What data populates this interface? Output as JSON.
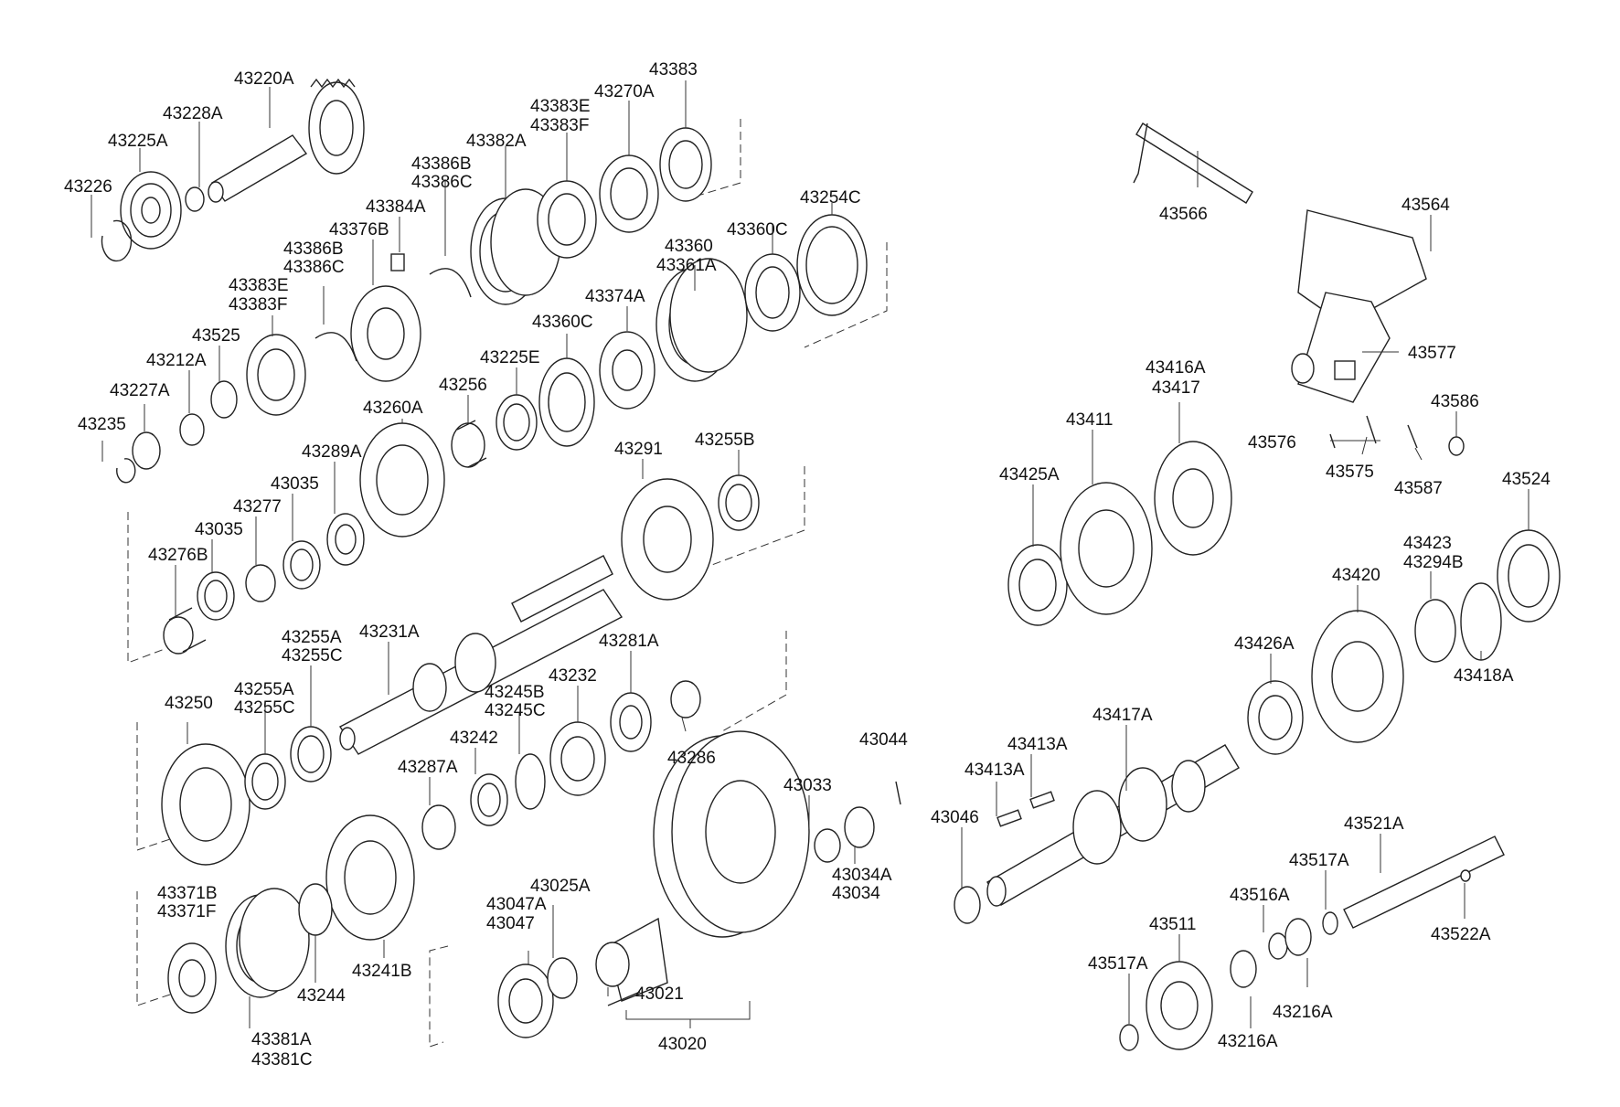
{
  "labels": [
    "43220A",
    "43228A",
    "43225A",
    "43226",
    "43383",
    "43383E",
    "43383F",
    "43270A",
    "43382A",
    "43386B",
    "43386C",
    "43384A",
    "43376B",
    "43386B",
    "43386C",
    "43383E",
    "43383F",
    "43525",
    "43212A",
    "43227A",
    "43235",
    "43360",
    "43361A",
    "43360C",
    "43254C",
    "43374A",
    "43360C",
    "43225E",
    "43256",
    "43260A",
    "43289A",
    "43035",
    "43277",
    "43035",
    "43276B",
    "43291",
    "43255B",
    "43231A",
    "43255A",
    "43255C",
    "43255A",
    "43255C",
    "43250",
    "43281A",
    "43232",
    "43245B",
    "43245C",
    "43242",
    "43287A",
    "43286",
    "43044",
    "43033",
    "43034A",
    "43034",
    "43371B",
    "43371F",
    "43381A",
    "43381C",
    "43244",
    "43241B",
    "43025A",
    "43047A",
    "43047",
    "43021",
    "43020",
    "43566",
    "43564",
    "43577",
    "43586",
    "43576",
    "43575",
    "43587",
    "43416A",
    "43417",
    "43411",
    "43425A",
    "43524",
    "43423",
    "43294B",
    "43420",
    "43426A",
    "43418A",
    "43417A",
    "43413A",
    "43413A",
    "43046",
    "43521A",
    "43517A",
    "43516A",
    "43511",
    "43517A",
    "43216A",
    "43216A",
    "43522A"
  ]
}
